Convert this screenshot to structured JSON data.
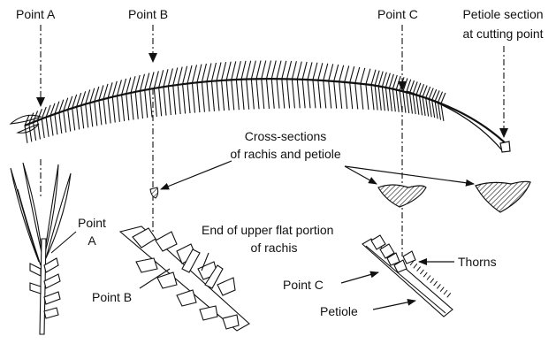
{
  "labels": {
    "point_a_top": "Point A",
    "point_b_top": "Point B",
    "point_c_top": "Point C",
    "petiole_section_line1": "Petiole section",
    "petiole_section_line2": "at cutting point",
    "cross_sections_line1": "Cross-sections",
    "cross_sections_line2": "of rachis and petiole",
    "point_a_inset_line1": "Point",
    "point_a_inset_line2": "A",
    "end_upper_line1": "End of upper flat portion",
    "end_upper_line2": "of rachis",
    "point_b_inset": "Point B",
    "thorns": "Thorns",
    "point_c_inset": "Point C",
    "petiole": "Petiole"
  },
  "colors": {
    "ink": "#111111",
    "paper": "#ffffff",
    "hatch": "#222222"
  }
}
